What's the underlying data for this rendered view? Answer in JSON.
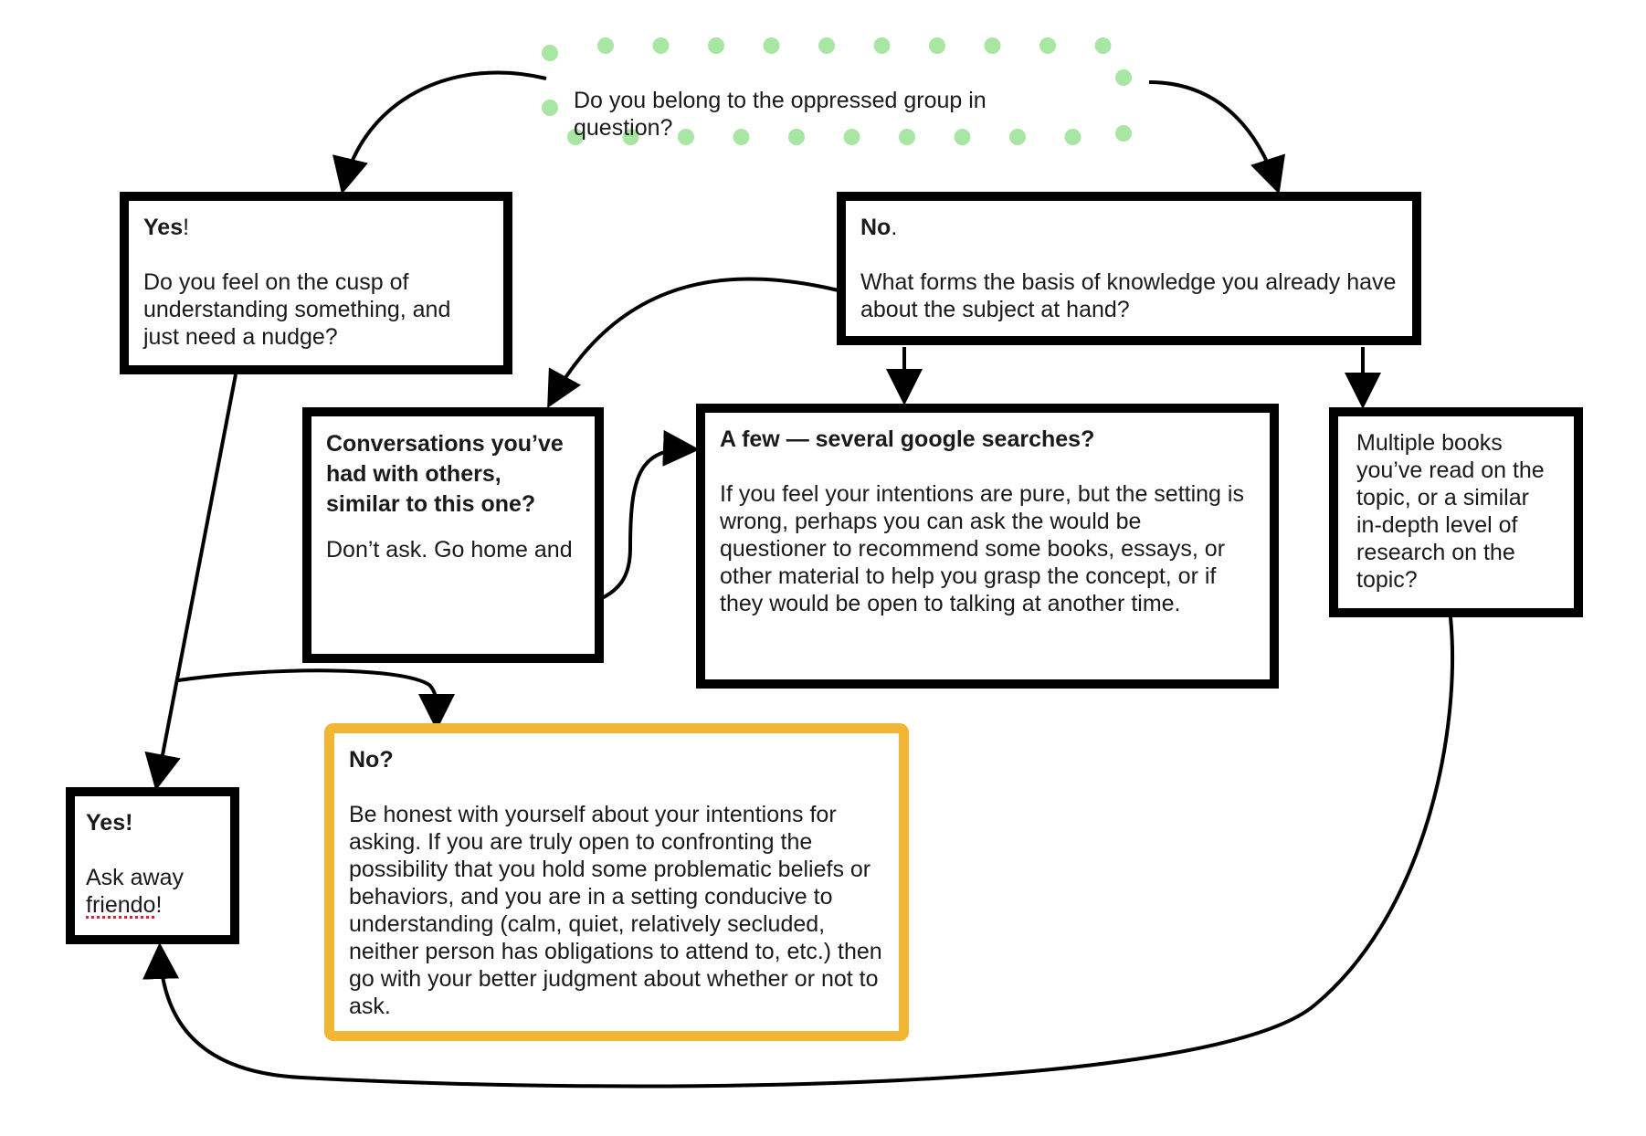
{
  "question": {
    "text": "Do you belong to the oppressed group in question?",
    "dot_color": "#a8e6a3"
  },
  "yes_node": {
    "title": "Yes",
    "title_punct": "!",
    "body": "Do you feel on the cusp of understanding something, and just need a nudge?"
  },
  "no_node": {
    "title": "No",
    "title_punct": ".",
    "body": "What forms the basis of knowledge you already have about the subject at hand?"
  },
  "conversations_node": {
    "title": "Conversations you’ve had with others, similar to this one?",
    "body": "Don’t ask. Go home and"
  },
  "google_node": {
    "title": "A few — several google searches?",
    "body": "If you feel your intentions are pure, but the setting is wrong, perhaps you can ask the would be questioner to recommend some books, essays, or other material to help you grasp the concept, or if they would be open to talking at another time."
  },
  "books_node": {
    "body": "Multiple books you’ve read on the topic, or a similar in-depth level of research on the topic?"
  },
  "ask_away_node": {
    "title": "Yes!",
    "body_prefix": "Ask away",
    "body_word": "friendo",
    "body_suffix": "!"
  },
  "no_check_node": {
    "title": "No?",
    "body": "Be honest with yourself about your intentions for asking. If you are truly open to confronting the possibility that you hold some problematic beliefs or behaviors, and you are in a setting conducive to understanding (calm, quiet, relatively secluded, neither person has obligations to attend to, etc.) then go with your better judgment about whether or not to ask.",
    "border_color": "#f1b634"
  },
  "colors": {
    "box_border": "#000000",
    "arrow": "#000000"
  }
}
